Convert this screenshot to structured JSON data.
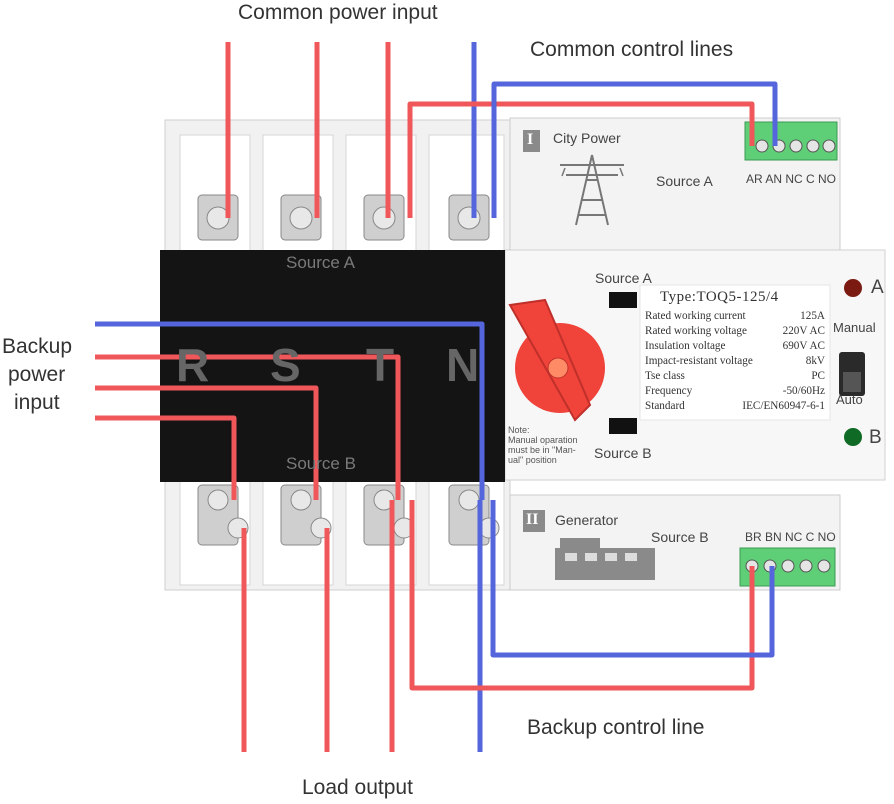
{
  "labels": {
    "common_power_input": "Common power input",
    "common_control_lines": "Common control lines",
    "backup_power_input_line1": "Backup",
    "backup_power_input_line2": "power",
    "backup_power_input_line3": "input",
    "backup_control_line": "Backup control line",
    "load_output": "Load output"
  },
  "body": {
    "source_a_top": "Source A",
    "source_b_bottom": "Source B",
    "phases": [
      "R",
      "S",
      "T",
      "N"
    ]
  },
  "city_power": {
    "numeral": "I",
    "title": "City Power",
    "source_label": "Source A",
    "terminal_labels": "AR AN NC C NO"
  },
  "generator": {
    "numeral": "II",
    "title": "Generator",
    "source_label": "Source B",
    "terminal_labels": "BR BN NC C NO"
  },
  "switch_panel": {
    "source_a": "Source A",
    "source_b": "Source B",
    "indicator_a": "A",
    "indicator_b": "B",
    "manual": "Manual",
    "auto": "Auto",
    "note_line1": "Note:",
    "note_line2": "Manual oparation",
    "note_line3": "must be in \"Man-",
    "note_line4": "ual\" position"
  },
  "spec": {
    "type": "Type:TOQ5-125/4",
    "rows": [
      {
        "label": "Rated working current",
        "value": "125A"
      },
      {
        "label": "Rated working voltage",
        "value": "220V AC"
      },
      {
        "label": "Insulation voltage",
        "value": "690V AC"
      },
      {
        "label": "Impact-resistant voltage",
        "value": "8kV"
      },
      {
        "label": "Tse class",
        "value": "PC"
      },
      {
        "label": "Frequency",
        "value": "-50/60Hz"
      },
      {
        "label": "Standard",
        "value": "IEC/EN60947-6-1"
      }
    ]
  },
  "colors": {
    "phase_wire": "#f0575a",
    "neutral_wire": "#5566dd",
    "terminal_block": "#5fcf77",
    "knob": "#f0433a",
    "body_dark": "#141414",
    "indicator_a": "#7a1a10",
    "indicator_b": "#0f6a25"
  }
}
